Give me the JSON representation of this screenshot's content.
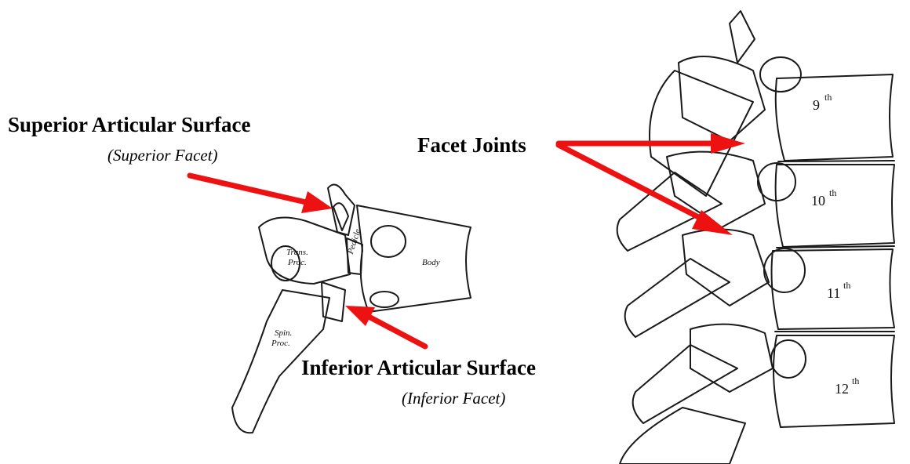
{
  "labels": {
    "superior": "Superior Articular Surface",
    "superior_sub": "(Superior Facet)",
    "facet_joints": "Facet Joints",
    "inferior": "Inferior Articular Surface",
    "inferior_sub": "(Inferior Facet)"
  },
  "bone_labels": {
    "trans_proc": "Trans.",
    "trans_proc_2": "Proc.",
    "body": "Body",
    "pedicle": "Pedicle",
    "spin_proc": "Spin.",
    "spin_proc_2": "Proc."
  },
  "vertebra_numbers": [
    "9",
    "10",
    "11",
    "12"
  ],
  "vertebra_suffix": "th",
  "colors": {
    "arrow": "#ee1111",
    "ink": "#1a1a1a"
  }
}
